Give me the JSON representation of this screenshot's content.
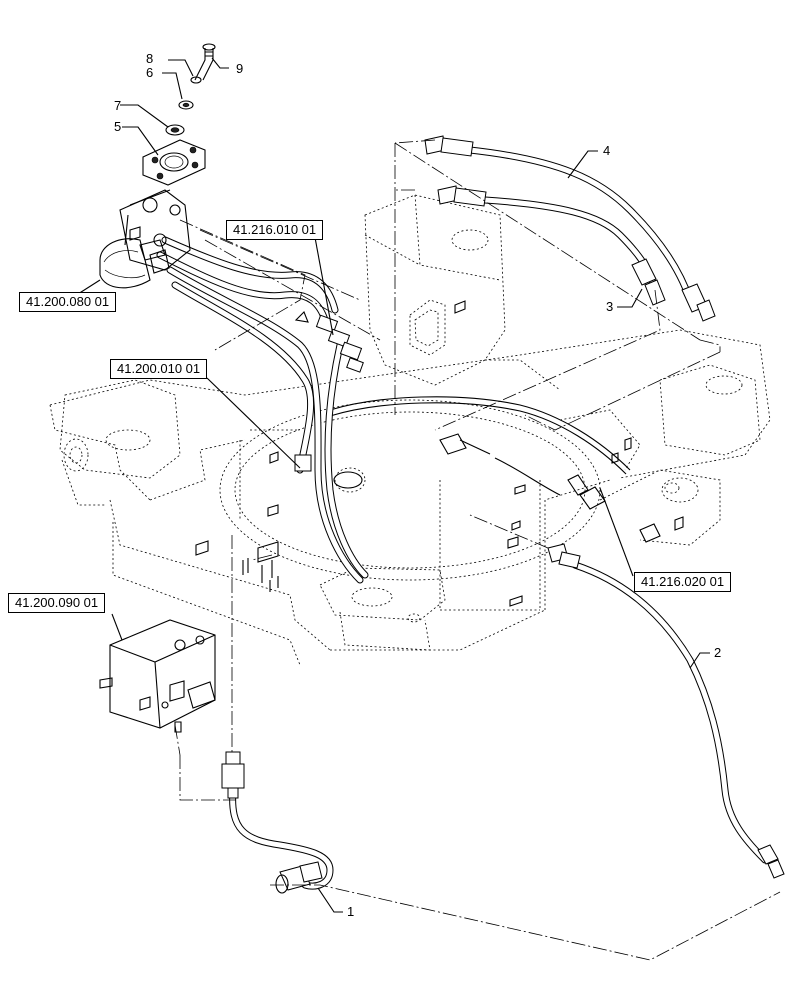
{
  "references": {
    "ref_41_216_010": "41.216.010 01",
    "ref_41_200_080": "41.200.080 01",
    "ref_41_200_010": "41.200.010 01",
    "ref_41_216_020": "41.216.020 01",
    "ref_41_200_090": "41.200.090 01"
  },
  "callouts": {
    "c1": "1",
    "c2": "2",
    "c3": "3",
    "c4": "4",
    "c5": "5",
    "c6": "6",
    "c7": "7",
    "c8": "8",
    "c9": "9"
  }
}
